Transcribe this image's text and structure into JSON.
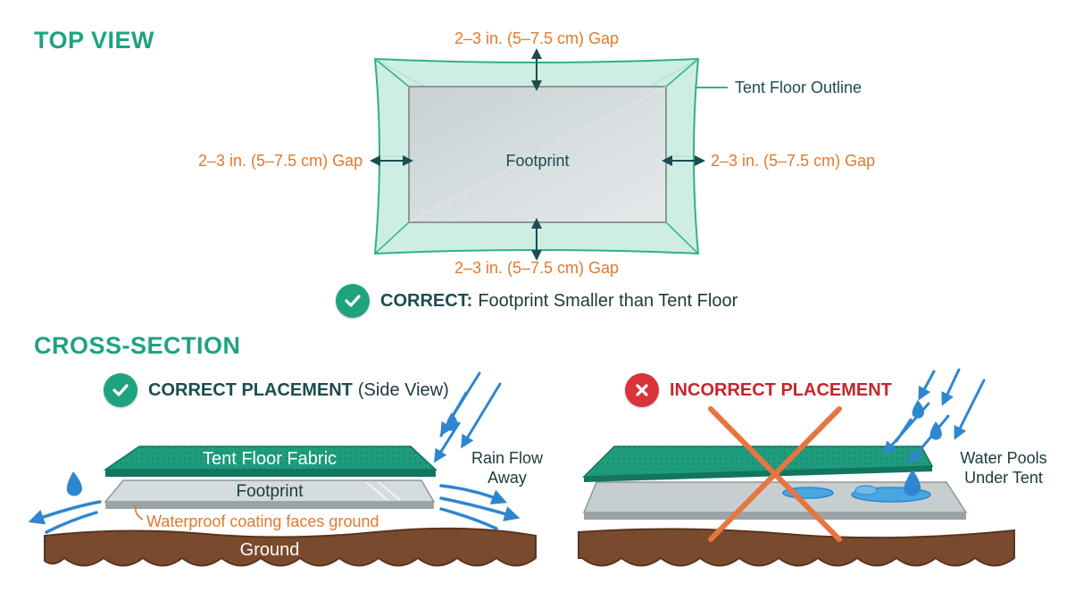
{
  "top_view": {
    "title": "TOP VIEW",
    "footprint_label": "Footprint",
    "tent_floor_outline_label": "Tent Floor Outline",
    "gap_top": "2–3 in. (5–7.5 cm) Gap",
    "gap_bottom": "2–3 in. (5–7.5 cm) Gap",
    "gap_left": "2–3 in. (5–7.5 cm) Gap",
    "gap_right": "2–3 in. (5–7.5 cm) Gap",
    "status_strong": "CORRECT:",
    "status_text": "Footprint Smaller than Tent Floor"
  },
  "cross_section": {
    "title": "CROSS-SECTION",
    "correct": {
      "status_strong": "CORRECT PLACEMENT",
      "status_text": "(Side View)",
      "tent_floor_label": "Tent Floor Fabric",
      "footprint_label": "Footprint",
      "coating_label": "Waterproof coating faces ground",
      "ground_label": "Ground",
      "rain_label_line1": "Rain Flow",
      "rain_label_line2": "Away"
    },
    "incorrect": {
      "status_strong": "INCORRECT PLACEMENT",
      "water_label_line1": "Water Pools",
      "water_label_line2": "Under Tent"
    }
  },
  "colors": {
    "teal": "#1fa37f",
    "dark_teal": "#1b4d50",
    "orange": "#e07a2c",
    "red": "#d9343a",
    "blue": "#2f86d0",
    "ground": "#7a4a2c"
  }
}
